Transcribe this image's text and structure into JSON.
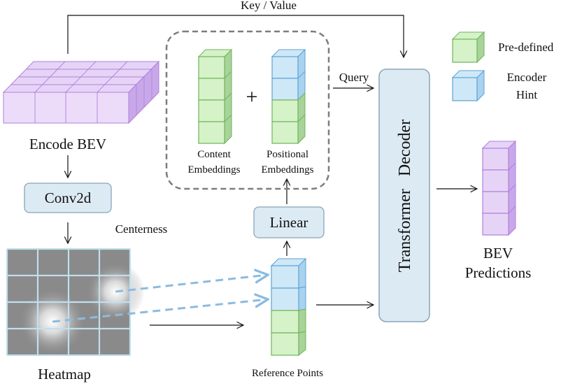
{
  "labels": {
    "key_value": "Key / Value",
    "encode_bev": "Encode BEV",
    "conv2d": "Conv2d",
    "centerness": "Centerness",
    "heatmap": "Heatmap",
    "content_line1": "Content",
    "content_line2": "Embeddings",
    "positional_line1": "Positional",
    "positional_line2": "Embeddings",
    "plus": "+",
    "query": "Query",
    "linear": "Linear",
    "reference_points": "Reference Points",
    "transformer_decoder": "Transformer   Decoder",
    "bev_line1": "BEV",
    "bev_line2": "Predictions"
  },
  "legend": {
    "predefined": "Pre-defined",
    "encoder_hint_line1": "Encoder",
    "encoder_hint_line2": "Hint"
  },
  "colors": {
    "predefined_fill": "#d5f2c8",
    "predefined_stroke": "#6fb45a",
    "hint_fill": "#cfe8f7",
    "hint_stroke": "#5aa3d6",
    "bev_fill": "#e6d4f7",
    "bev_stroke": "#b07fdc",
    "module_fill": "#dceaf3",
    "module_stroke": "#8aa5b8",
    "dashed_arrow": "#8bbbe0",
    "heatmap_bg": "#8a8a8a",
    "heatmap_grid": "#bfe0ee"
  }
}
